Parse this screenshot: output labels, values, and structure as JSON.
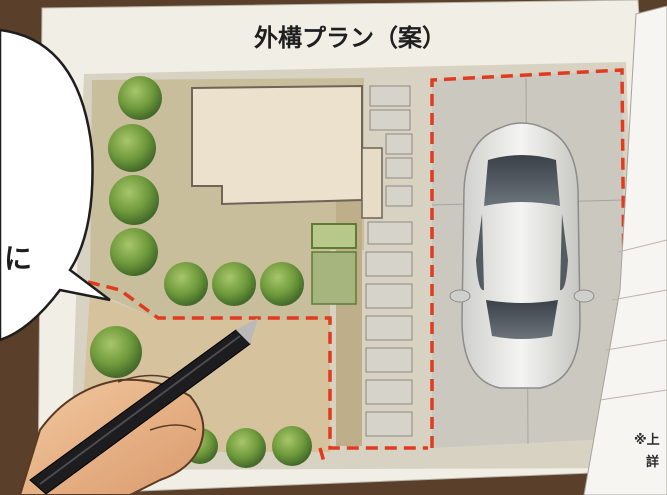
{
  "plan": {
    "title": "外構プラン（案）"
  },
  "speech_bubble": {
    "visible_text": "に"
  },
  "side_paper": {
    "line1": "※上",
    "line2": "詳"
  },
  "colors": {
    "boundary_line": "#e03a1f",
    "paper": "#f1eee6",
    "gravel": "#cfc3a8",
    "soil": "#d9c6a0",
    "pavement": "#c9c6bf",
    "hedge": "#7fa04a",
    "house": "#ece2cf",
    "desk": "#5a3f2a"
  },
  "icons": [
    "tree-icon",
    "car-icon",
    "pen-icon",
    "hand-icon"
  ]
}
